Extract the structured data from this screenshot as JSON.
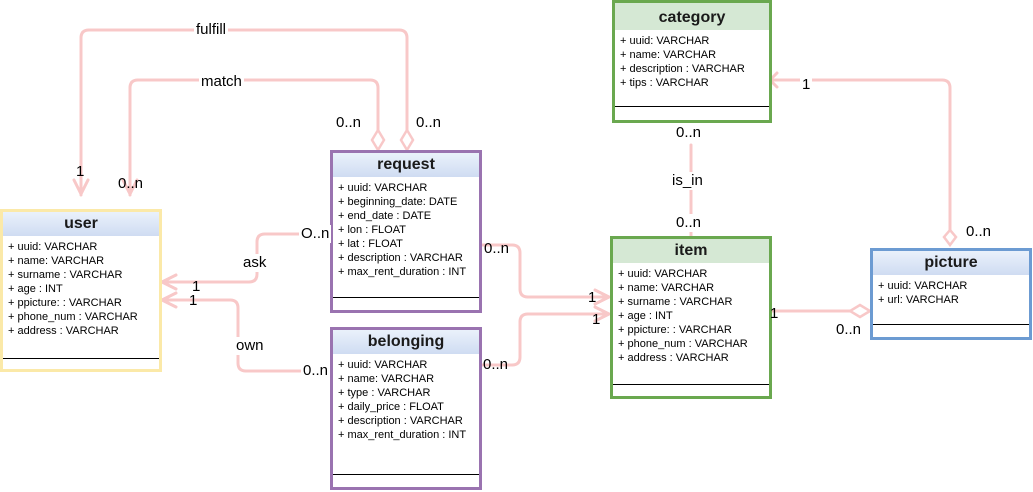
{
  "colors": {
    "connector": "#f8c8c8",
    "yellow_border": "#fbe9a8",
    "yellow_head": "#dfe8f8",
    "purple_border": "#9a73b0",
    "purple_head": "#dfe8f8",
    "green_border": "#6aa84f",
    "green_head": "#d5e8d4",
    "blue_border": "#6c9bd2",
    "blue_head": "#dfe8f8"
  },
  "entities": {
    "user": {
      "title": "user",
      "attrs": [
        "+ uuid: VARCHAR",
        "+ name: VARCHAR",
        "+ surname : VARCHAR",
        "+ age : INT",
        "+ ppicture: : VARCHAR",
        "+ phone_num : VARCHAR",
        "+ address : VARCHAR"
      ]
    },
    "request": {
      "title": "request",
      "attrs": [
        "+ uuid: VARCHAR",
        "+ beginning_date: DATE",
        "+ end_date : DATE",
        "+ lon : FLOAT",
        "+ lat : FLOAT",
        "+ description : VARCHAR",
        "+ max_rent_duration : INT"
      ]
    },
    "belonging": {
      "title": "belonging",
      "attrs": [
        "+ uuid: VARCHAR",
        "+ name: VARCHAR",
        "+ type : VARCHAR",
        "+ daily_price : FLOAT",
        "+ description : VARCHAR",
        "+ max_rent_duration : INT"
      ]
    },
    "category": {
      "title": "category",
      "attrs": [
        "+ uuid: VARCHAR",
        "+ name: VARCHAR",
        "+ description : VARCHAR",
        "+ tips : VARCHAR"
      ]
    },
    "item": {
      "title": "item",
      "attrs": [
        "+ uuid: VARCHAR",
        "+ name: VARCHAR",
        "+ surname : VARCHAR",
        "+ age : INT",
        "+ ppicture: : VARCHAR",
        "+ phone_num : VARCHAR",
        "+ address : VARCHAR"
      ]
    },
    "picture": {
      "title": "picture",
      "attrs": [
        "+ uuid: VARCHAR",
        "+ url: VARCHAR"
      ]
    }
  },
  "relations": {
    "fulfill": "fulfill",
    "match": "match",
    "ask": "ask",
    "own": "own",
    "is_in": "is_in"
  },
  "multiplicities": {
    "fulfill_user": "1",
    "match_user": "0..n",
    "match_request": "0..n",
    "fulfill_request": "0..n",
    "ask_request": "O..n",
    "ask_user": "1",
    "own_user": "1",
    "own_belonging": "0..n",
    "request_item_request": "0..n",
    "request_item_item": "1",
    "belonging_item_belonging": "0..n",
    "belonging_item_item": "1",
    "is_in_category": "0..n",
    "is_in_item": "0..n",
    "category_picture_category": "1",
    "category_picture_picture": "0..n",
    "item_picture_item": "1",
    "item_picture_picture": "0..n"
  }
}
